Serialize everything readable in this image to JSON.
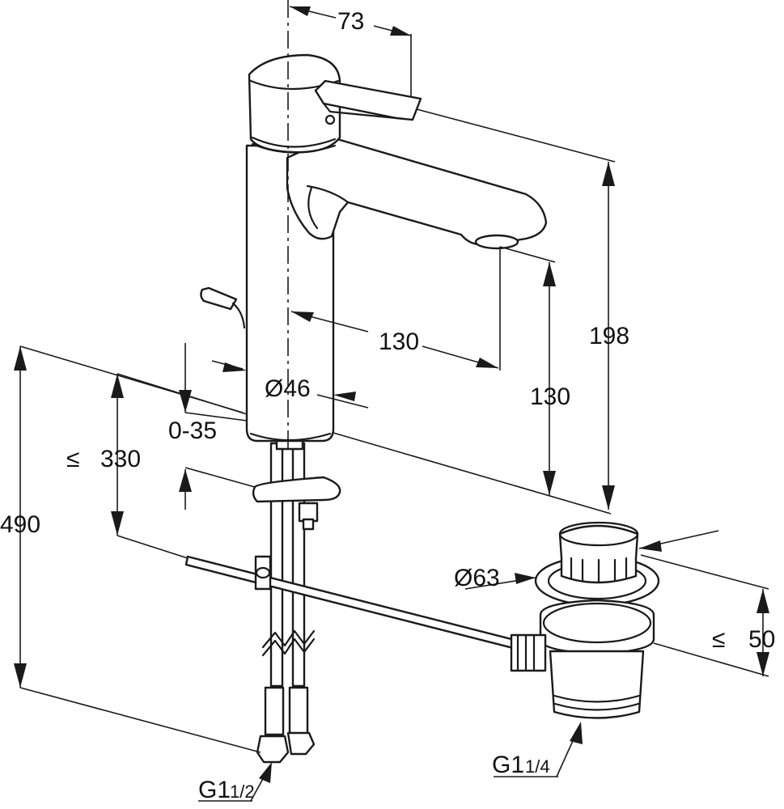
{
  "dimensions": {
    "handle_offset": "73",
    "spout_reach": "130",
    "spout_height": "130",
    "total_height": "198",
    "body_diameter": "Ø46",
    "deck_thickness": "0-35",
    "max_pop_up_depth": "330",
    "max_pop_up_depth_prefix": "≤",
    "overall_length": "490",
    "waste_diameter": "Ø63",
    "waste_depth": "50",
    "waste_depth_prefix": "≤",
    "inlet_thread": "G1",
    "inlet_thread_fraction": "1/2",
    "waste_thread": "G1",
    "waste_thread_fraction": "1/4"
  }
}
